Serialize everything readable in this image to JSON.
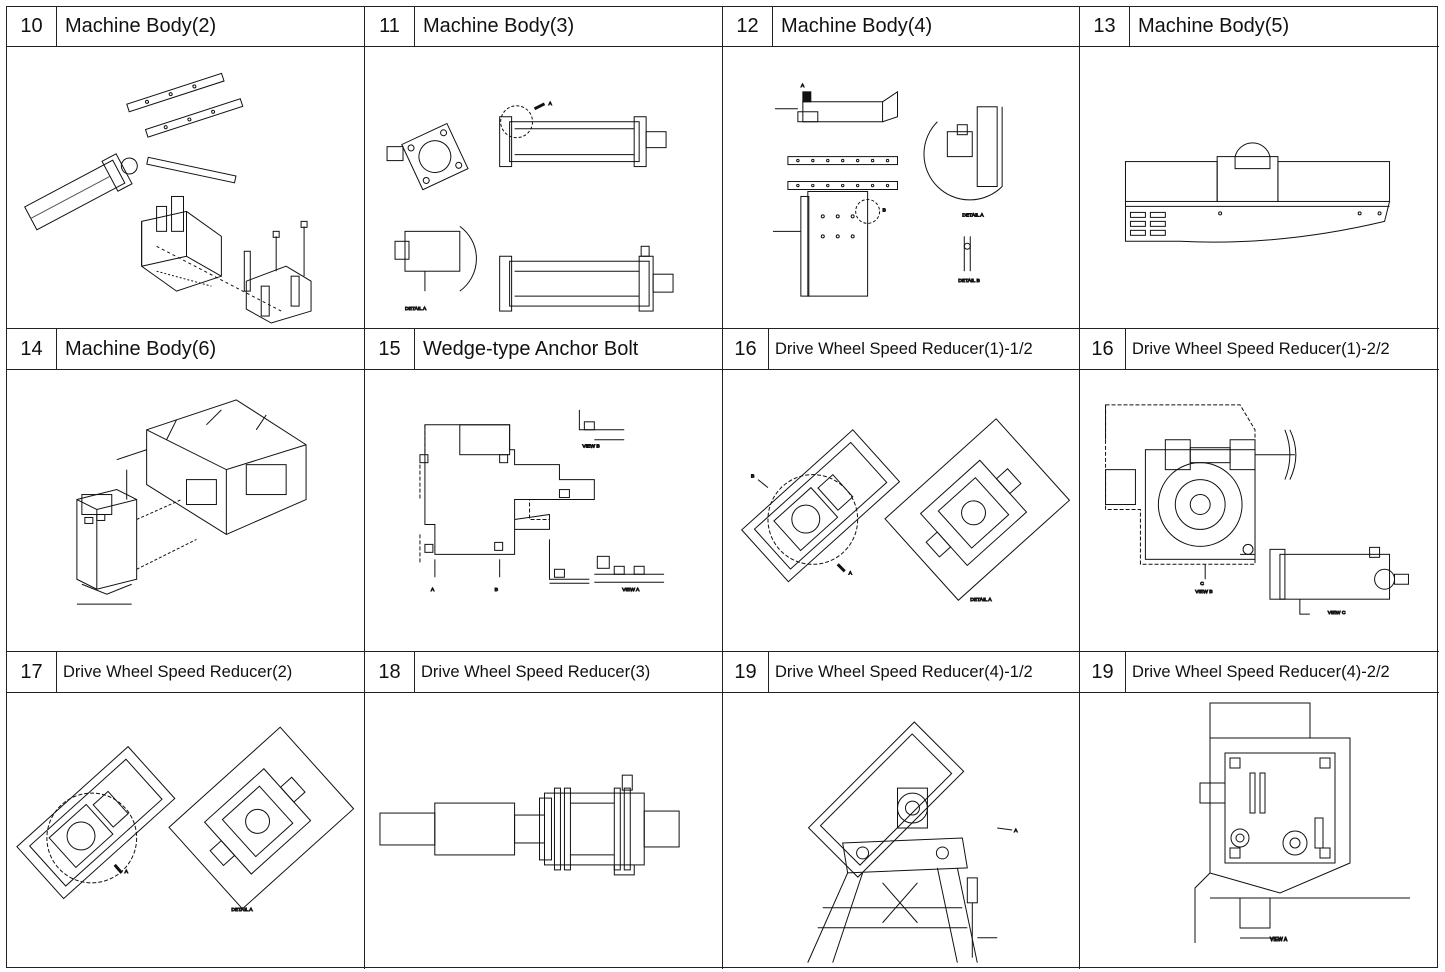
{
  "cells": [
    {
      "number": "10",
      "title": "Machine Body(2)"
    },
    {
      "number": "11",
      "title": "Machine Body(3)"
    },
    {
      "number": "12",
      "title": "Machine Body(4)"
    },
    {
      "number": "13",
      "title": "Machine Body(5)"
    },
    {
      "number": "14",
      "title": "Machine Body(6)"
    },
    {
      "number": "15",
      "title": "Wedge-type Anchor Bolt"
    },
    {
      "number": "16",
      "title": "Drive Wheel Speed Reducer(1)-1/2"
    },
    {
      "number": "16",
      "title": "Drive Wheel Speed Reducer(1)-2/2"
    },
    {
      "number": "17",
      "title": "Drive Wheel Speed Reducer(2)"
    },
    {
      "number": "18",
      "title": "Drive Wheel Speed Reducer(3)"
    },
    {
      "number": "19",
      "title": "Drive Wheel Speed Reducer(4)-1/2"
    },
    {
      "number": "19",
      "title": "Drive Wheel Speed Reducer(4)-2/2"
    }
  ],
  "captions": {
    "detail_a": "DETAIL A",
    "detail_b": "DETAIL B",
    "view_a": "VIEW A",
    "view_b": "VIEW B",
    "view_c": "VIEW C",
    "letter_a": "A",
    "letter_b": "B",
    "letter_c": "C"
  }
}
